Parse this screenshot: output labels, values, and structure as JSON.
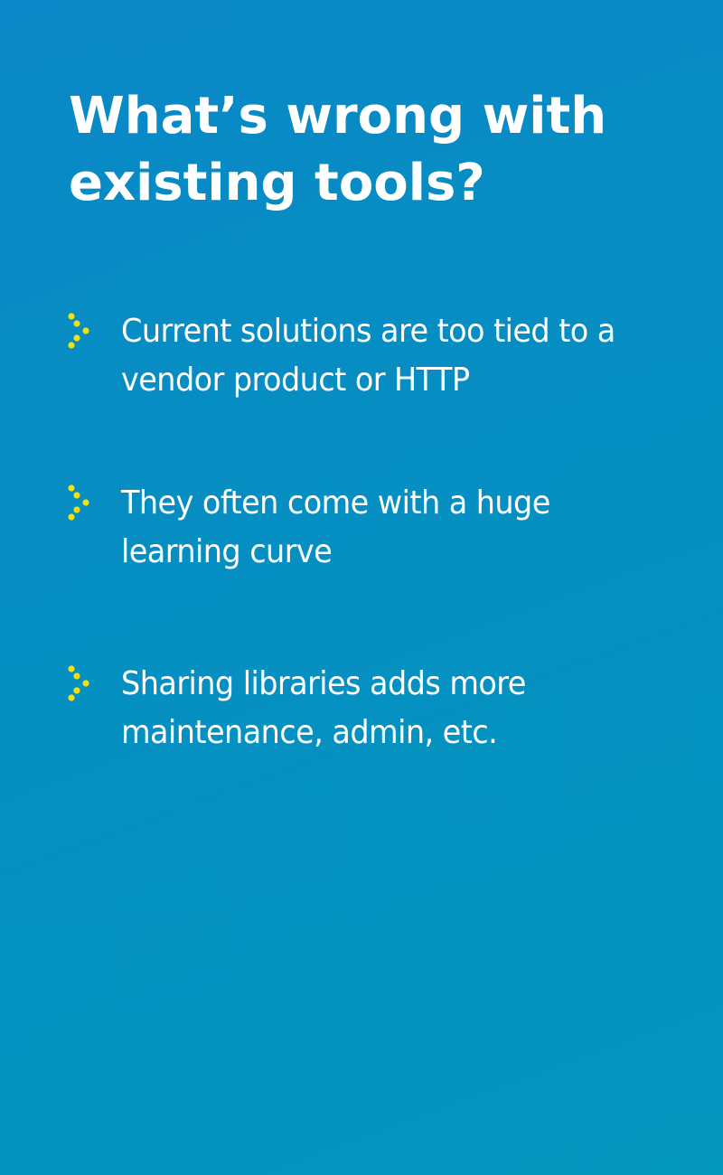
{
  "title": "What’s wrong with existing tools?",
  "bullets": [
    {
      "text": "Current solutions are too tied to a vendor product or HTTP",
      "icon": "dotted-chevron-icon"
    },
    {
      "text": "They often come with a huge learning curve",
      "icon": "dotted-chevron-icon"
    },
    {
      "text": "Sharing libraries adds more maintenance, admin, etc.",
      "icon": "dotted-chevron-icon"
    }
  ],
  "colors": {
    "background_top": "#0a88c7",
    "background_bottom": "#0497bd",
    "text": "#ffffff",
    "bullet_accent": "#f5e10a"
  }
}
